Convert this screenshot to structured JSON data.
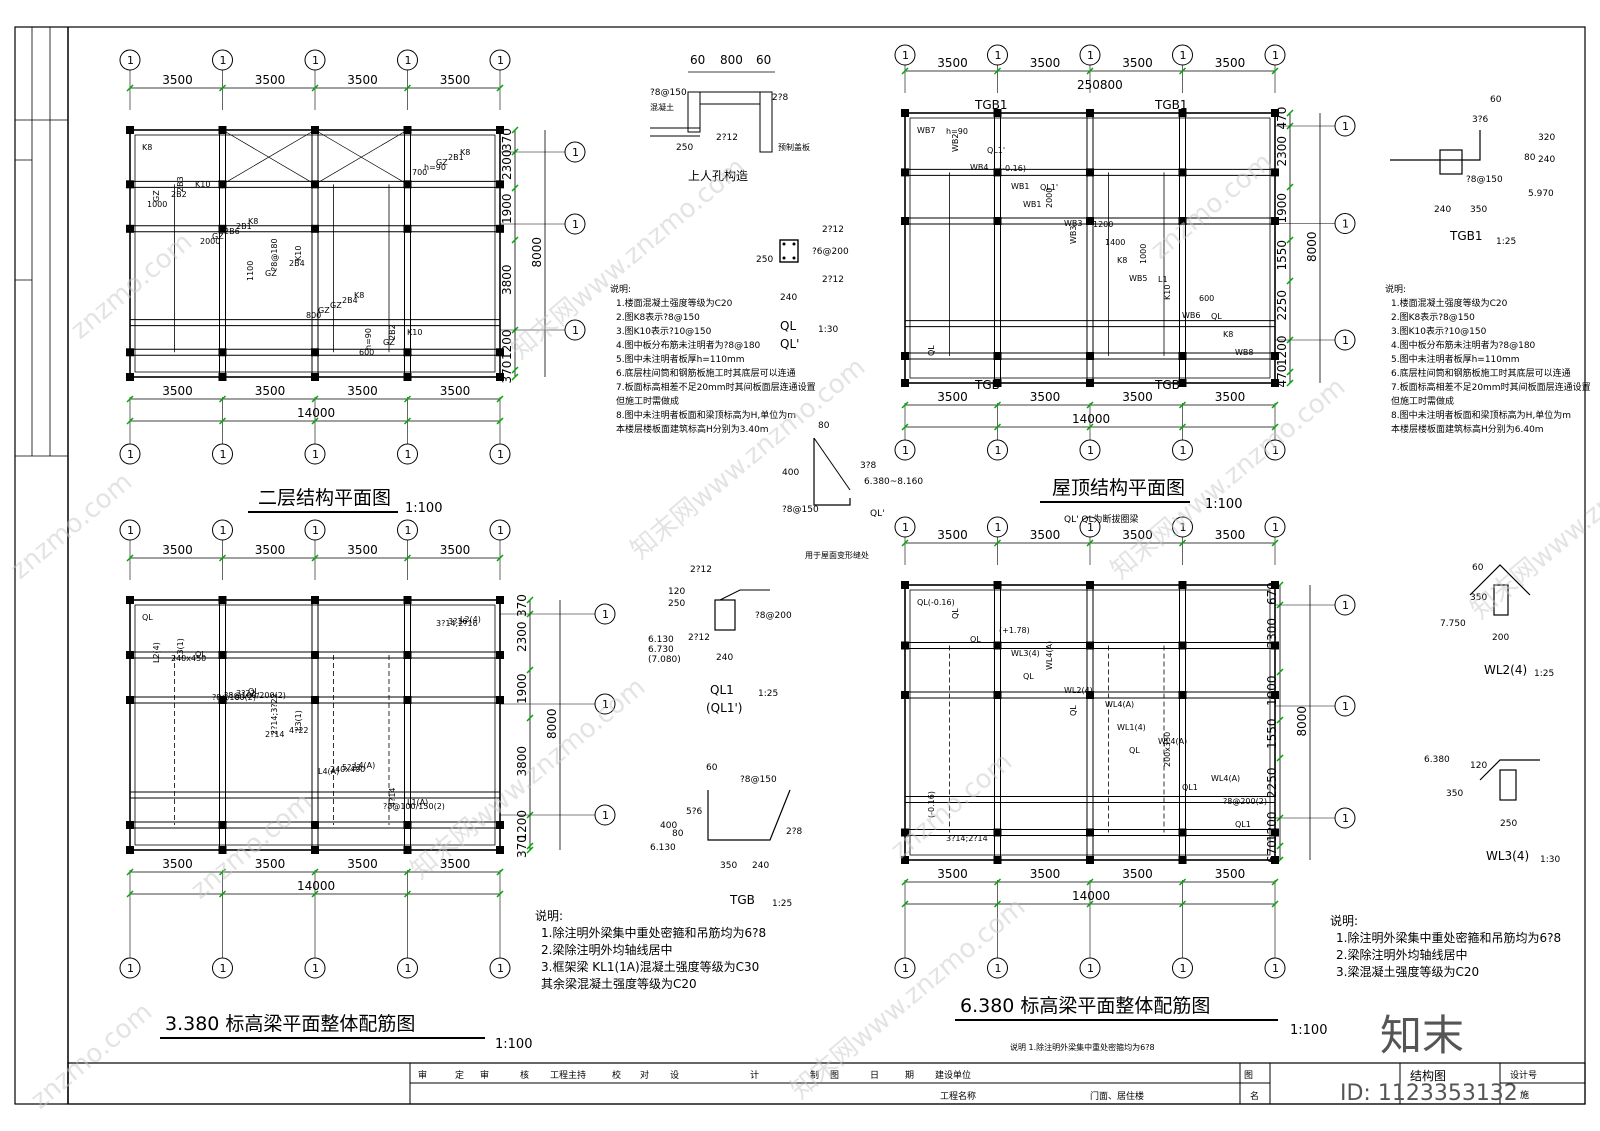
{
  "plans": [
    {
      "id": "plan-2f",
      "title": "二层结构平面图",
      "scale": "1:100",
      "dims_top": [
        "3500",
        "3500",
        "3500",
        "3500"
      ],
      "dims_bottom": [
        "3500",
        "3500",
        "3500",
        "3500"
      ],
      "total": "14000",
      "dims_right": [
        "370",
        "2300",
        "1900",
        "3800",
        "1200",
        "370"
      ],
      "total_right": "8000"
    },
    {
      "id": "plan-roof",
      "title": "屋顶结构平面图",
      "scale": "1:100",
      "dims_top": [
        "3500",
        "3500",
        "3500",
        "3500"
      ],
      "dims_bottom": [
        "3500",
        "3500",
        "3500",
        "3500"
      ],
      "total": "14000",
      "dims_right": [
        "470",
        "2300",
        "1900",
        "1550",
        "2250",
        "1200",
        "470"
      ],
      "total_right": "8000",
      "extra_top": "250800",
      "beam_labels": [
        "TGB1",
        "TGB1",
        "TGB",
        "TGB"
      ]
    },
    {
      "id": "plan-3380",
      "title": "3.380 标高梁平面整体配筋图",
      "scale": "1:100",
      "dims_top": [
        "3500",
        "3500",
        "3500",
        "3500"
      ],
      "dims_bottom": [
        "3500",
        "3500",
        "3500",
        "3500"
      ],
      "total": "14000",
      "dims_right": [
        "370",
        "2300",
        "1900",
        "3800",
        "1200",
        "370"
      ],
      "total_right": "8000"
    },
    {
      "id": "plan-6380",
      "title": "6.380 标高梁平面整体配筋图",
      "scale": "1:100",
      "dims_top": [
        "3500",
        "3500",
        "3500",
        "3500"
      ],
      "dims_bottom": [
        "3500",
        "3500",
        "3500",
        "3500"
      ],
      "total": "14000",
      "dims_right": [
        "670",
        "2300",
        "1900",
        "1550",
        "2250",
        "1200",
        "670"
      ],
      "total_right": "8000"
    }
  ],
  "labels_2f": [
    "K8",
    "K10",
    "K8",
    "K10",
    "K8",
    "K10",
    "K8",
    "2B3",
    "2B1",
    "2B4",
    "2B4",
    "2B2",
    "2B1",
    "2B2",
    "2B6",
    "?8@180",
    "GZ",
    "GZ",
    "GZ",
    "GZ",
    "GZ",
    "GZ",
    "GZ",
    "h=90",
    "h=90",
    "1000",
    "2000",
    "1100",
    "800",
    "600",
    "700"
  ],
  "labels_roof": [
    "WB7",
    "WB4",
    "WB1",
    "WB3",
    "WB5",
    "WB6",
    "WB8",
    "WB2",
    "WB1",
    "WB3",
    "K8",
    "K10",
    "K8",
    "h=90",
    "(-0.16)",
    "2000",
    "1400",
    "L1",
    "QL",
    "QL",
    "QL1'",
    "QL1'",
    "1200",
    "1000",
    "600"
  ],
  "labels_3380": [
    "QL",
    "QL",
    "QL",
    "L3(1)",
    "L4(A)",
    "L1(A)",
    "L2(4)",
    "L3(1)",
    "3?22",
    "4?22",
    "5?22",
    "4?14",
    "3?16",
    "240x450",
    "?8@100/200(2)",
    "2?14;3?22",
    "240x400",
    "?8@100/150(2)",
    "3?14;2?16",
    "L2(4)",
    "?8@100(2)",
    "2?14",
    "L4(A)"
  ],
  "labels_6380": [
    "QL(-0.16)",
    "QL",
    "QL",
    "QL",
    "QL",
    "QL1",
    "QL1",
    "QL",
    "WL3(4)",
    "WL2(4)",
    "WL1(4)",
    "200x350",
    "?8@200(2)",
    "3?14;2?14",
    "(+1.78)",
    "WL4(A)",
    "WL4(A)",
    "WL4(A)",
    "WL4(A)",
    "(-0.16)"
  ],
  "details": {
    "hatch": {
      "title": "上人孔构造",
      "dims": [
        "60",
        "800",
        "60"
      ],
      "notes": [
        "?8@150",
        "2?8",
        "2?12",
        "250"
      ],
      "tag1": "混凝土",
      "tag2": "预制盖板"
    },
    "ql": {
      "title": "QL",
      "title2": "QL'",
      "scale": "1:30",
      "notes": [
        "2?12",
        "?6@200",
        "2?12",
        "250",
        "240"
      ]
    },
    "joint": {
      "notes": [
        "80",
        "3?8",
        "400",
        "6.380~8.160",
        "?8@150",
        "QL'"
      ],
      "caption": "用于屋面变形缝处",
      "sub": "QL' QL为断拔圈梁"
    },
    "ql1": {
      "title": "QL1",
      "title2": "(QL1')",
      "scale": "1:25",
      "notes": [
        "2?12",
        "250",
        "120",
        "?8@200",
        "6.130",
        "6.730",
        "(7.080)",
        "2?12",
        "240"
      ]
    },
    "tgb": {
      "title": "TGB",
      "scale": "1:25",
      "notes": [
        "60",
        "?8@150",
        "5?6",
        "400",
        "80",
        "6.130",
        "2?8",
        "350",
        "240"
      ]
    },
    "tgb1": {
      "title": "TGB1",
      "scale": "1:25",
      "notes": [
        "60",
        "3?6",
        "320",
        "240",
        "80",
        "?8@150",
        "5.970",
        "240",
        "350"
      ]
    },
    "wl2": {
      "title": "WL2(4)",
      "scale": "1:25",
      "notes": [
        "60",
        "350",
        "7.750",
        "200"
      ]
    },
    "wl3": {
      "title": "WL3(4)",
      "scale": "1:30",
      "notes": [
        "6.380",
        "120",
        "350",
        "250"
      ]
    }
  },
  "notes_2f": {
    "header": "说明:",
    "items": [
      "1.楼面混凝土强度等级为C20",
      "2.图K8表示?8@150",
      "3.图K10表示?10@150",
      "4.图中板分布筋未注明者为?8@180",
      "5.图中未注明者板厚h=110mm",
      "6.底层柱间筒和钢筋板施工时其底层可以连通",
      "7.板面标高相差不足20mm时其间板面层连通设置",
      "  但施工时需做成",
      "8.图中未注明者板面和梁顶标高为H,单位为m",
      "  本楼层楼板面建筑标高H分别为3.40m"
    ]
  },
  "notes_roof": {
    "header": "说明:",
    "items": [
      "1.楼面混凝土强度等级为C20",
      "2.图K8表示?8@150",
      "3.图K10表示?10@150",
      "4.图中板分布筋未注明者为?8@180",
      "5.图中未注明者板厚h=110mm",
      "6.底层柱间筒和钢筋板施工时其底层可以连通",
      "7.板面标高相差不足20mm时其间板面层连通设置",
      "  但施工时需做成",
      "8.图中未注明者板面和梁顶标高为H,单位为m",
      "  本楼层楼板面建筑标高H分别为6.40m"
    ]
  },
  "notes_3380": {
    "header": "说明:",
    "items": [
      "1.除注明外梁集中重处密箍和吊筋均为6?8",
      "2.梁除注明外均轴线居中",
      "3.框架梁 KL1(1A)混凝土强度等级为C30",
      "  其余梁混凝土强度等级为C20"
    ]
  },
  "notes_6380": {
    "header": "说明:",
    "items": [
      "1.除注明外梁集中重处密箍和吊筋均为6?8",
      "2.梁除注明外均轴线居中",
      "3.梁混凝土强度等级为C20"
    ]
  },
  "note_bottom": "说明  1.除注明外梁集中重处密箍均为6?8",
  "titleblock": {
    "row1": [
      "审",
      "定",
      "审",
      "核",
      "工程主持",
      "校",
      "对",
      "设",
      "计",
      "制",
      "图",
      "日",
      "期",
      "建设单位",
      "图"
    ],
    "row2": [
      "工程名称",
      "门面、居住楼",
      "名"
    ],
    "right1": "结构图",
    "right2": "设计号",
    "right3": "施"
  },
  "watermark": {
    "texts": [
      "znzmo.com",
      "知末网www.znzmo.com"
    ],
    "brand": "知末",
    "id": "ID: 1123353132"
  },
  "grid_bubbles": {
    "label": "1"
  }
}
